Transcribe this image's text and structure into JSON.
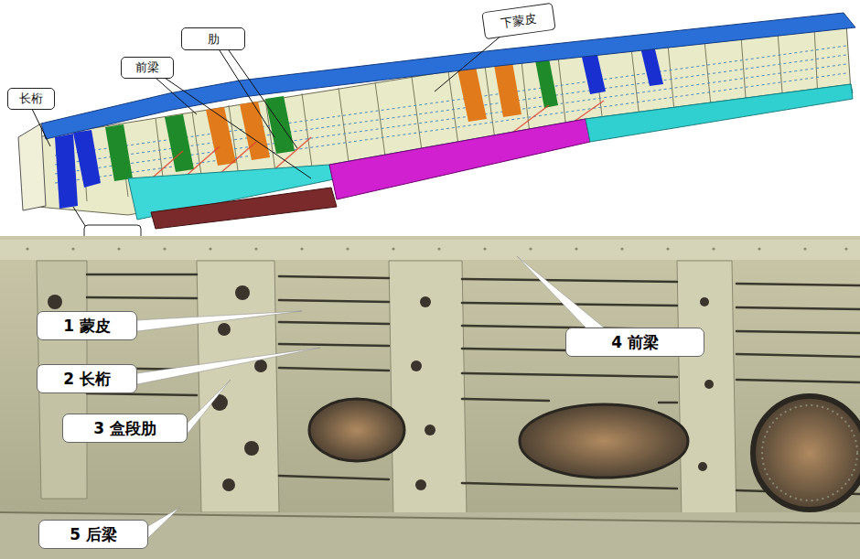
{
  "diagram": {
    "nodes": [
      {
        "text": [
          "下蒙皮"
        ]
      },
      {
        "text": [
          "肋"
        ]
      },
      {
        "text": [
          "前梁"
        ]
      },
      {
        "text": [
          "长桁"
        ]
      },
      {
        "text": [
          "1 蒙皮"
        ]
      },
      {
        "text": [
          "4 前梁"
        ]
      },
      {
        "text": [
          "2 长桁"
        ]
      },
      {
        "text": [
          "3 盒段肋"
        ]
      },
      {
        "text": [
          "5 后梁"
        ]
      }
    ]
  }
}
